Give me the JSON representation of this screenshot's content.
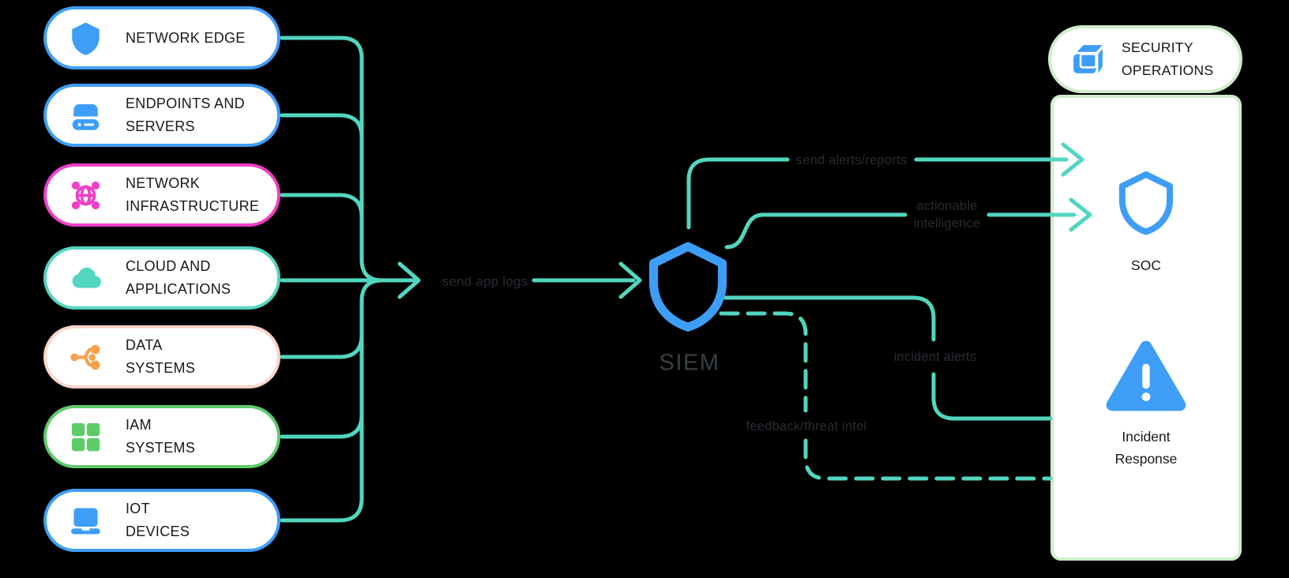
{
  "sources": [
    {
      "label": "NETWORK EDGE",
      "icon": "shield-icon"
    },
    {
      "label": "ENDPOINTS AND\nSERVERS",
      "icon": "server-icon"
    },
    {
      "label": "NETWORK\nINFRASTRUCTURE",
      "icon": "network-globe-icon"
    },
    {
      "label": "CLOUD AND\nAPPLICATIONS",
      "icon": "cloud-icon"
    },
    {
      "label": "DATA\nSYSTEMS",
      "icon": "data-flow-icon"
    },
    {
      "label": "IAM\nSYSTEMS",
      "icon": "grid-icon"
    },
    {
      "label": "IOT\nDEVICES",
      "icon": "laptop-icon"
    }
  ],
  "flows": {
    "send_app_logs": "send app logs",
    "send_alerts_reports": "send alerts/reports",
    "actionable_intelligence": "actionable\nintelligence",
    "incident_alerts": "incident alerts",
    "feedback_threat_intel": "feedback/threat intel"
  },
  "siem": {
    "label": "SIEM"
  },
  "security_operations": {
    "title": "SECURITY\nOPERATIONS",
    "soc_label": "SOC",
    "incident_response_label": "Incident\nResponse"
  },
  "colors": {
    "blue": "#3E9EF7",
    "teal": "#52D6BF",
    "magenta": "#EF3FC7",
    "orange": "#F6A14D",
    "green": "#5ECB6B",
    "salmon_border": "#FAD3C9",
    "light_green_border": "#CFECCA",
    "background": "#000000",
    "label_dark": "#15191d",
    "flow_label": "#272D33",
    "siem_label": "#383F45"
  }
}
